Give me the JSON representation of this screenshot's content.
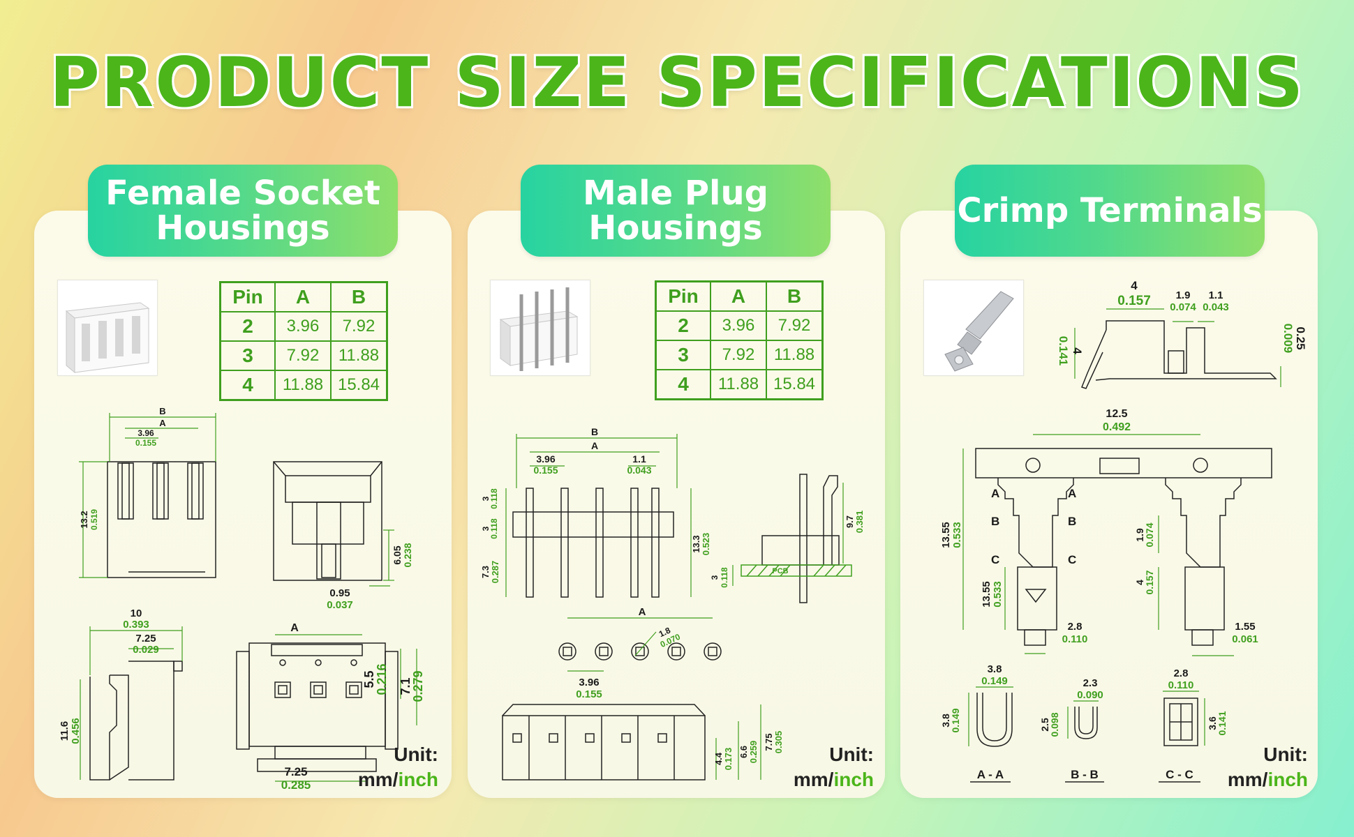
{
  "title": "PRODUCT SIZE SPECIFICATIONS",
  "colors": {
    "accent": "#4bb51a",
    "dimension_green": "#3f9f1e",
    "header_start": "#27d3a1",
    "header_end": "#8fdf6a"
  },
  "panels": [
    {
      "heading_line1": "Female Socket",
      "heading_line2": "Housings",
      "table": {
        "headers": [
          "Pin",
          "A",
          "B"
        ],
        "rows": [
          [
            "2",
            "3.96",
            "7.92"
          ],
          [
            "3",
            "7.92",
            "11.88"
          ],
          [
            "4",
            "11.88",
            "15.84"
          ]
        ]
      },
      "dims": {
        "b": "B",
        "a": "A",
        "pitch_mm": "3.96",
        "pitch_in": "0.155",
        "h_mm": "13.2",
        "h_in": "0.519",
        "d605_mm": "6.05",
        "d605_in": "0.238",
        "d095_mm": "0.95",
        "d095_in": "0.037",
        "d10_mm": "10",
        "d10_in": "0.393",
        "d725_mm": "7.25",
        "d725_in": "0.029",
        "d116_mm": "11.6",
        "d116_in": "0.456",
        "bottom_a": "A",
        "d55_mm": "5.5",
        "d55_in": "0.216",
        "d71_mm": "7.1",
        "d71_in": "0.279",
        "d725b_mm": "7.25",
        "d725b_in": "0.285"
      },
      "unit_label": "Unit:",
      "unit_mm": "mm/",
      "unit_inch": "inch"
    },
    {
      "heading_line1": "Male Plug",
      "heading_line2": "Housings",
      "table": {
        "headers": [
          "Pin",
          "A",
          "B"
        ],
        "rows": [
          [
            "2",
            "3.96",
            "7.92"
          ],
          [
            "3",
            "7.92",
            "11.88"
          ],
          [
            "4",
            "11.88",
            "15.84"
          ]
        ]
      },
      "dims": {
        "b": "B",
        "a": "A",
        "pitch_mm": "3.96",
        "pitch_in": "0.155",
        "d11_mm": "1.1",
        "d11_in": "0.043",
        "d3a_mm": "3",
        "d3a_in": "0.118",
        "d3b_mm": "3",
        "d3b_in": "0.118",
        "d73_mm": "7.3",
        "d73_in": "0.287",
        "d133_mm": "13.3",
        "d133_in": "0.523",
        "d97_mm": "9.7",
        "d97_in": "0.381",
        "d3c_mm": "3",
        "d3c_in": "0.118",
        "pcb": "PCB",
        "holes_a": "A",
        "d18_mm": "1.8",
        "d18_in": "0.070",
        "pitch2_mm": "3.96",
        "pitch2_in": "0.155",
        "d44_mm": "4.4",
        "d44_in": "0.173",
        "d66_mm": "6.6",
        "d66_in": "0.259",
        "d775_mm": "7.75",
        "d775_in": "0.305"
      },
      "unit_label": "Unit:",
      "unit_mm": "mm/",
      "unit_inch": "inch"
    },
    {
      "heading_line1": "Crimp Terminals",
      "heading_line2": "",
      "dims": {
        "d4_mm": "4",
        "d4_in": "0.157",
        "d19_mm": "1.9",
        "d19_in": "0.074",
        "d11_mm": "1.1",
        "d11_in": "0.043",
        "d025_mm": "0.25",
        "d025_in": "0.009",
        "d4v_mm": "4",
        "d4v_in": "0.141",
        "d125_mm": "12.5",
        "d125_in": "0.492",
        "d1355a_mm": "13.55",
        "d1355a_in": "0.533",
        "d1355b_mm": "13.55",
        "d1355b_in": "0.533",
        "secA": "A",
        "secB": "B",
        "secC": "C",
        "d28_mm": "2.8",
        "d28_in": "0.110",
        "d19r_mm": "1.9",
        "d19r_in": "0.074",
        "d4r_mm": "4",
        "d4r_in": "0.157",
        "d155_mm": "1.55",
        "d155_in": "0.061",
        "aa_w_mm": "3.8",
        "aa_w_in": "0.149",
        "aa_h_mm": "3.8",
        "aa_h_in": "0.149",
        "bb_w_mm": "2.3",
        "bb_w_in": "0.090",
        "bb_h_mm": "2.5",
        "bb_h_in": "0.098",
        "cc_w_mm": "2.8",
        "cc_w_in": "0.110",
        "cc_h_mm": "3.6",
        "cc_h_in": "0.141",
        "label_aa": "A - A",
        "label_bb": "B - B",
        "label_cc": "C - C"
      },
      "unit_label": "Unit:",
      "unit_mm": "mm/",
      "unit_inch": "inch"
    }
  ]
}
